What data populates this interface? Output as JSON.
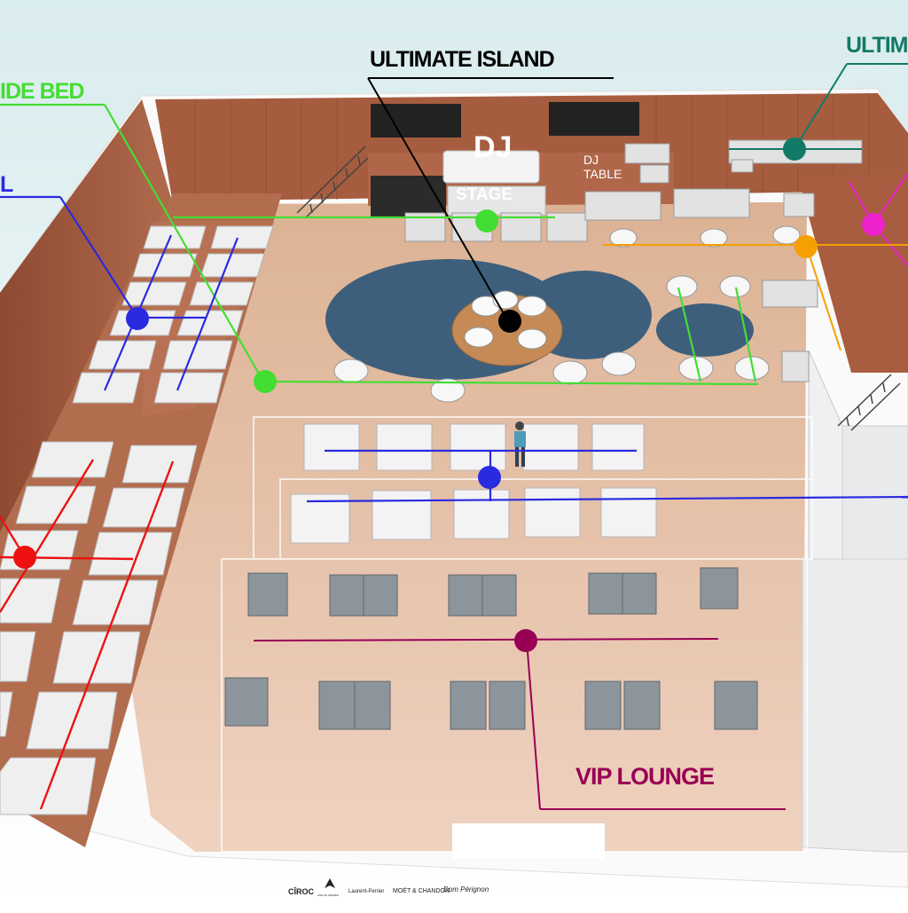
{
  "labels": {
    "ultimate_island": "ULTIMATE ISLAND",
    "ultimate_right": "ULTIM",
    "poolside_bed": "IDE BED",
    "left_blue": "L",
    "dj": "DJ",
    "stage": "STAGE",
    "dj_table_1": "DJ",
    "dj_table_2": "TABLE",
    "vip_lounge": "VIP LOUNGE"
  },
  "sponsors": [
    "CÎROC",
    "ACE OF SPADES",
    "Laurent-Perrier",
    "MOËT & CHANDON",
    "Dom Pérignon"
  ],
  "colors": {
    "ultimate_island": "#000000",
    "ultimate_right": "#127a66",
    "poolside_bed": "#44dd33",
    "blue_zone": "#2a2ae0",
    "red_zone": "#ee1111",
    "magenta_zone": "#ee22cc",
    "orange_zone": "#f5a000",
    "vip_lounge": "#990055",
    "floor": "#e9c9b7",
    "wood_wall": "#a1573c",
    "pool": "#3e5f7c"
  }
}
